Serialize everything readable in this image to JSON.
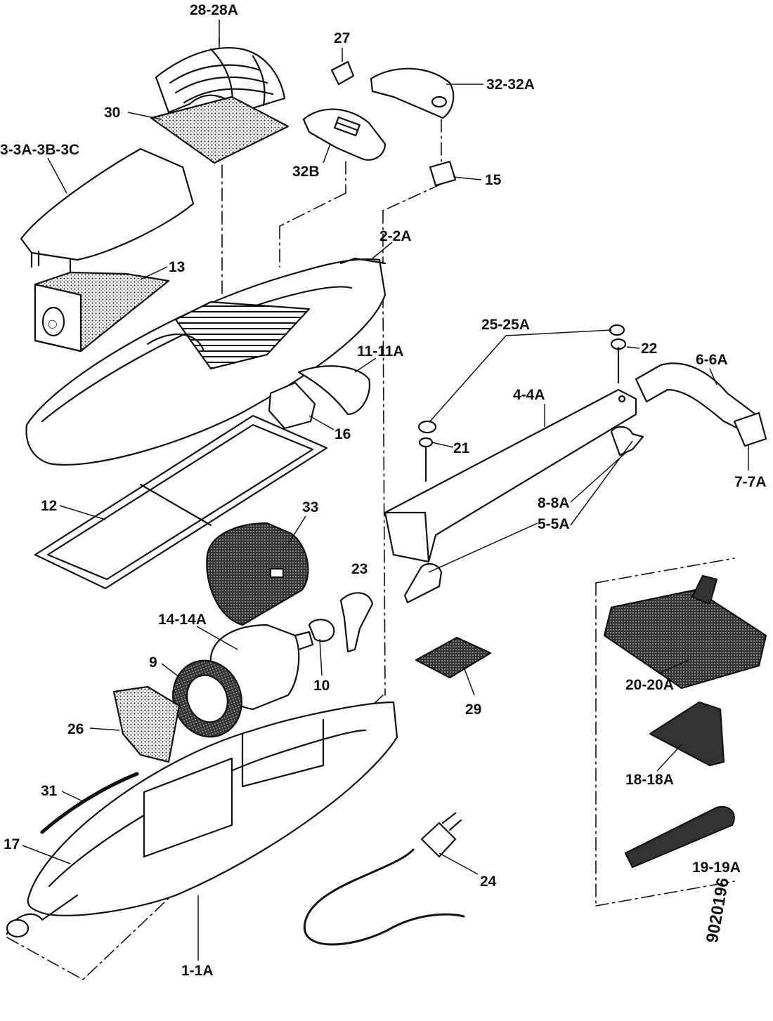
{
  "diagram": {
    "labels": {
      "l_28": "28-28A",
      "l_27": "27",
      "l_32": "32-32A",
      "l_30": "30",
      "l_3": "3-3A-3B-3C",
      "l_32b": "32B",
      "l_15": "15",
      "l_2": "2-2A",
      "l_13": "13",
      "l_25": "25-25A",
      "l_22": "22",
      "l_6": "6-6A",
      "l_11": "11-11A",
      "l_4": "4-4A",
      "l_16": "16",
      "l_21": "21",
      "l_7": "7-7A",
      "l_12": "12",
      "l_33": "33",
      "l_8": "8-8A",
      "l_5": "5-5A",
      "l_23": "23",
      "l_14": "14-14A",
      "l_9": "9",
      "l_10": "10",
      "l_20": "20-20A",
      "l_29": "29",
      "l_26": "26",
      "l_18": "18-18A",
      "l_31": "31",
      "l_17": "17",
      "l_24": "24",
      "l_19": "19-19A",
      "l_1": "1-1A"
    },
    "drawing_number": "9020196"
  },
  "colors": {
    "ink": "#111111",
    "paper": "#ffffff",
    "shade": "#8a8a8a"
  }
}
